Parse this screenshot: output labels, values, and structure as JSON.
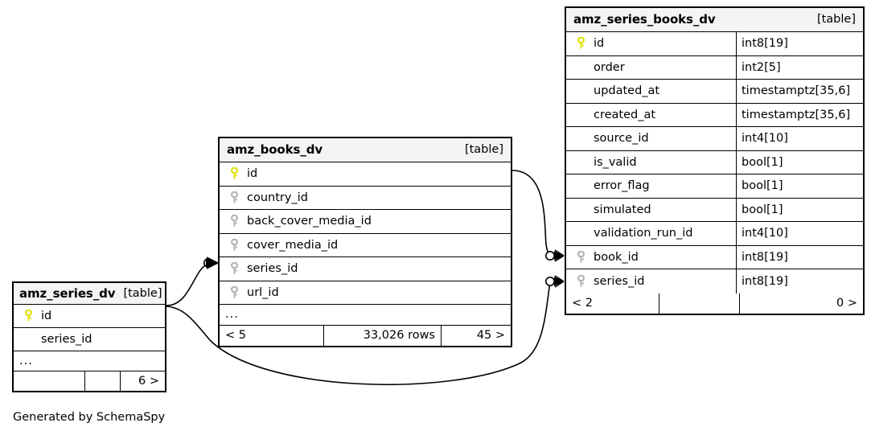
{
  "diagram": {
    "caption": "Generated by SchemaSpy",
    "table_tag": "[table]",
    "ellipsis": "...",
    "colors": {
      "primary_key": "#e8e80f",
      "foreign_key": "#b3b3b3",
      "header_bg": "#f4f4f4",
      "border": "#000000",
      "background": "#ffffff"
    }
  },
  "entities": {
    "series_books": {
      "name": "amz_series_books_dv",
      "tag": "[table]",
      "columns": [
        {
          "name": "id",
          "type": "int8[19]",
          "key": "primary"
        },
        {
          "name": "order",
          "type": "int2[5]",
          "key": "none"
        },
        {
          "name": "updated_at",
          "type": "timestamptz[35,6]",
          "key": "none"
        },
        {
          "name": "created_at",
          "type": "timestamptz[35,6]",
          "key": "none"
        },
        {
          "name": "source_id",
          "type": "int4[10]",
          "key": "none"
        },
        {
          "name": "is_valid",
          "type": "bool[1]",
          "key": "none"
        },
        {
          "name": "error_flag",
          "type": "bool[1]",
          "key": "none"
        },
        {
          "name": "simulated",
          "type": "bool[1]",
          "key": "none"
        },
        {
          "name": "validation_run_id",
          "type": "int4[10]",
          "key": "none"
        },
        {
          "name": "book_id",
          "type": "int8[19]",
          "key": "foreign"
        },
        {
          "name": "series_id",
          "type": "int8[19]",
          "key": "foreign"
        }
      ],
      "footer": {
        "left": "< 2",
        "center": "",
        "right": "0 >"
      }
    },
    "books": {
      "name": "amz_books_dv",
      "tag": "[table]",
      "columns": [
        {
          "name": "id",
          "type": "",
          "key": "primary"
        },
        {
          "name": "country_id",
          "type": "",
          "key": "foreign"
        },
        {
          "name": "back_cover_media_id",
          "type": "",
          "key": "foreign"
        },
        {
          "name": "cover_media_id",
          "type": "",
          "key": "foreign"
        },
        {
          "name": "series_id",
          "type": "",
          "key": "foreign"
        },
        {
          "name": "url_id",
          "type": "",
          "key": "foreign"
        }
      ],
      "more": "...",
      "footer": {
        "left": "< 5",
        "center": "33,026 rows",
        "right": "45 >"
      }
    },
    "series": {
      "name": "amz_series_dv",
      "tag": "[table]",
      "columns": [
        {
          "name": "id",
          "type": "",
          "key": "primary"
        },
        {
          "name": "series_id",
          "type": "",
          "key": "none"
        }
      ],
      "more": "...",
      "footer": {
        "left": "",
        "center": "",
        "right": "6 >"
      }
    }
  },
  "relationships": [
    {
      "from": "amz_books_dv.id",
      "to": "amz_series_books_dv.book_id",
      "from_cardinality": "zero-or-one",
      "to_cardinality": "many"
    },
    {
      "from": "amz_series_dv.id",
      "to": "amz_books_dv.series_id",
      "from_cardinality": "zero-or-one",
      "to_cardinality": "many"
    },
    {
      "from": "amz_series_dv.id",
      "to": "amz_series_books_dv.series_id",
      "from_cardinality": "zero-or-one",
      "to_cardinality": "many"
    }
  ]
}
